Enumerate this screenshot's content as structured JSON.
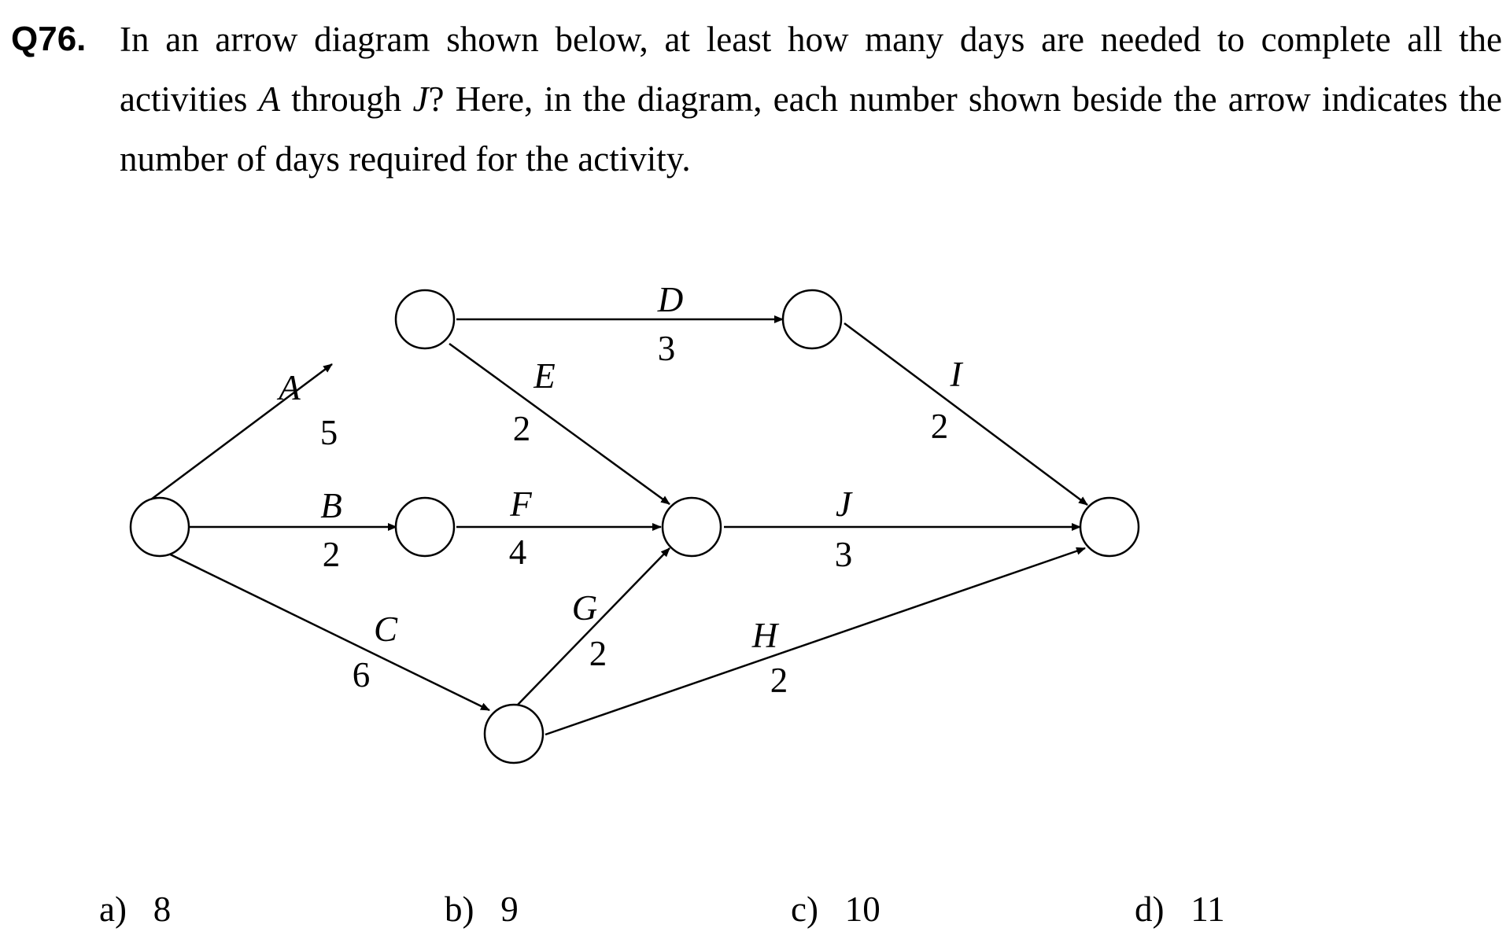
{
  "question": {
    "number": "Q76.",
    "text_before_a": "In an arrow diagram shown below, at least how many days are needed to complete all the activities ",
    "var_a": "A",
    "text_through": " through ",
    "var_j": "J",
    "text_after_j": "? Here, in the diagram, each number shown beside the arrow indicates the number of days required for the activity."
  },
  "diagram": {
    "activities": [
      {
        "id": "A",
        "days": "5"
      },
      {
        "id": "B",
        "days": "2"
      },
      {
        "id": "C",
        "days": "6"
      },
      {
        "id": "D",
        "days": "3"
      },
      {
        "id": "E",
        "days": "2"
      },
      {
        "id": "F",
        "days": "4"
      },
      {
        "id": "G",
        "days": "2"
      },
      {
        "id": "H",
        "days": "2"
      },
      {
        "id": "I",
        "days": "2"
      },
      {
        "id": "J",
        "days": "3"
      }
    ]
  },
  "choices": [
    {
      "label": "a)",
      "value": "8"
    },
    {
      "label": "b)",
      "value": "9"
    },
    {
      "label": "c)",
      "value": "10"
    },
    {
      "label": "d)",
      "value": "11"
    }
  ]
}
